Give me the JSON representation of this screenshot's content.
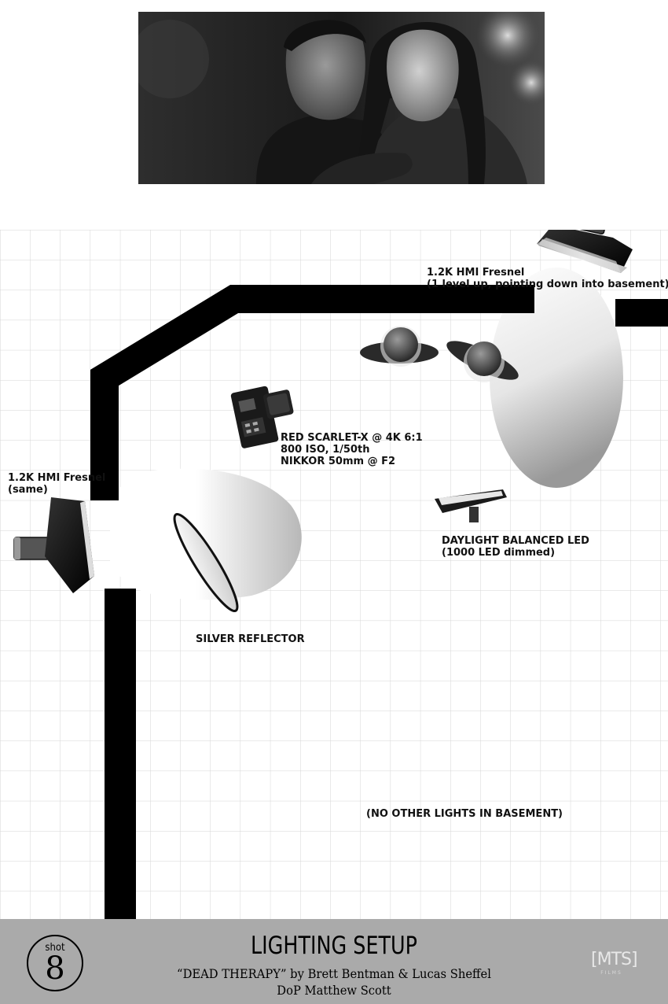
{
  "still": {
    "alt": "Film still: a man and a woman in a dim basement, black and white"
  },
  "labels": {
    "hmi_top": [
      "1.2K HMI Fresnel",
      "(1 level up, pointing down into basement)"
    ],
    "hmi_left": [
      "1.2K HMI Fresnel",
      "(same)"
    ],
    "camera": [
      "RED SCARLET-X @ 4K 6:1",
      "800 ISO, 1/50th",
      "NIKKOR 50mm @ F2"
    ],
    "led": [
      "DAYLIGHT BALANCED LED",
      "(1000 LED dimmed)"
    ],
    "reflector": "SILVER REFLECTOR",
    "note": "(NO OTHER LIGHTS IN BASEMENT)"
  },
  "footer": {
    "shot_word": "shot",
    "shot_number": "8",
    "title": "LIGHTING SETUP",
    "credits": "“DEAD THERAPY” by Brett Bentman & Lucas Sheffel",
    "dop": "DoP Matthew Scott",
    "logo": "[MTS]",
    "logo_sub": "FILMS"
  },
  "colors": {
    "grid": "#d6d6d6",
    "wall": "#000000",
    "footer_bg": "#aaaaaa"
  }
}
